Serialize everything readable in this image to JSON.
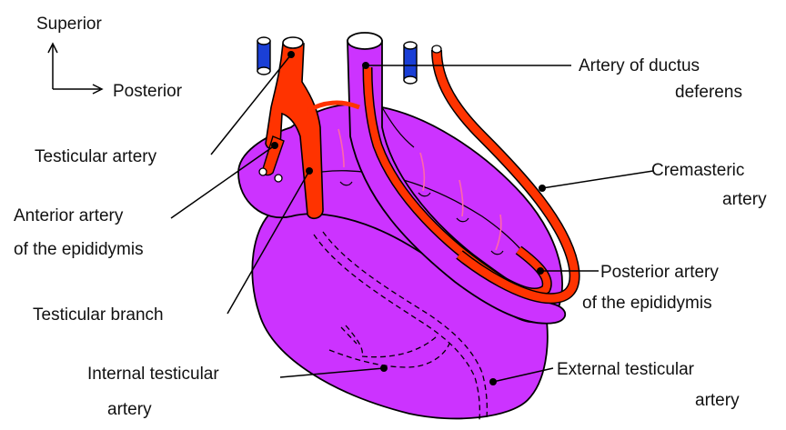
{
  "orientation": {
    "superior": "Superior",
    "posterior": "Posterior"
  },
  "labels": {
    "testicular_artery": "Testicular artery",
    "anterior_artery_l1": "Anterior artery",
    "anterior_artery_l2": "of the epididymis",
    "testicular_branch": "Testicular branch",
    "internal_testicular_l1": "Internal testicular",
    "internal_testicular_l2": "artery",
    "artery_ductus_l1": "Artery of ductus",
    "artery_ductus_l2": "deferens",
    "cremasteric_l1": "Cremasteric",
    "cremasteric_l2": "artery",
    "posterior_artery_l1": "Posterior artery",
    "posterior_artery_l2": "of the epididymis",
    "external_testicular_l1": "External testicular",
    "external_testicular_l2": "artery"
  },
  "colors": {
    "testis": "#cc33ff",
    "artery": "#ff3300",
    "vein": "#1a3fd6",
    "outline": "#000000",
    "small_vessels": "#ff66aa"
  }
}
